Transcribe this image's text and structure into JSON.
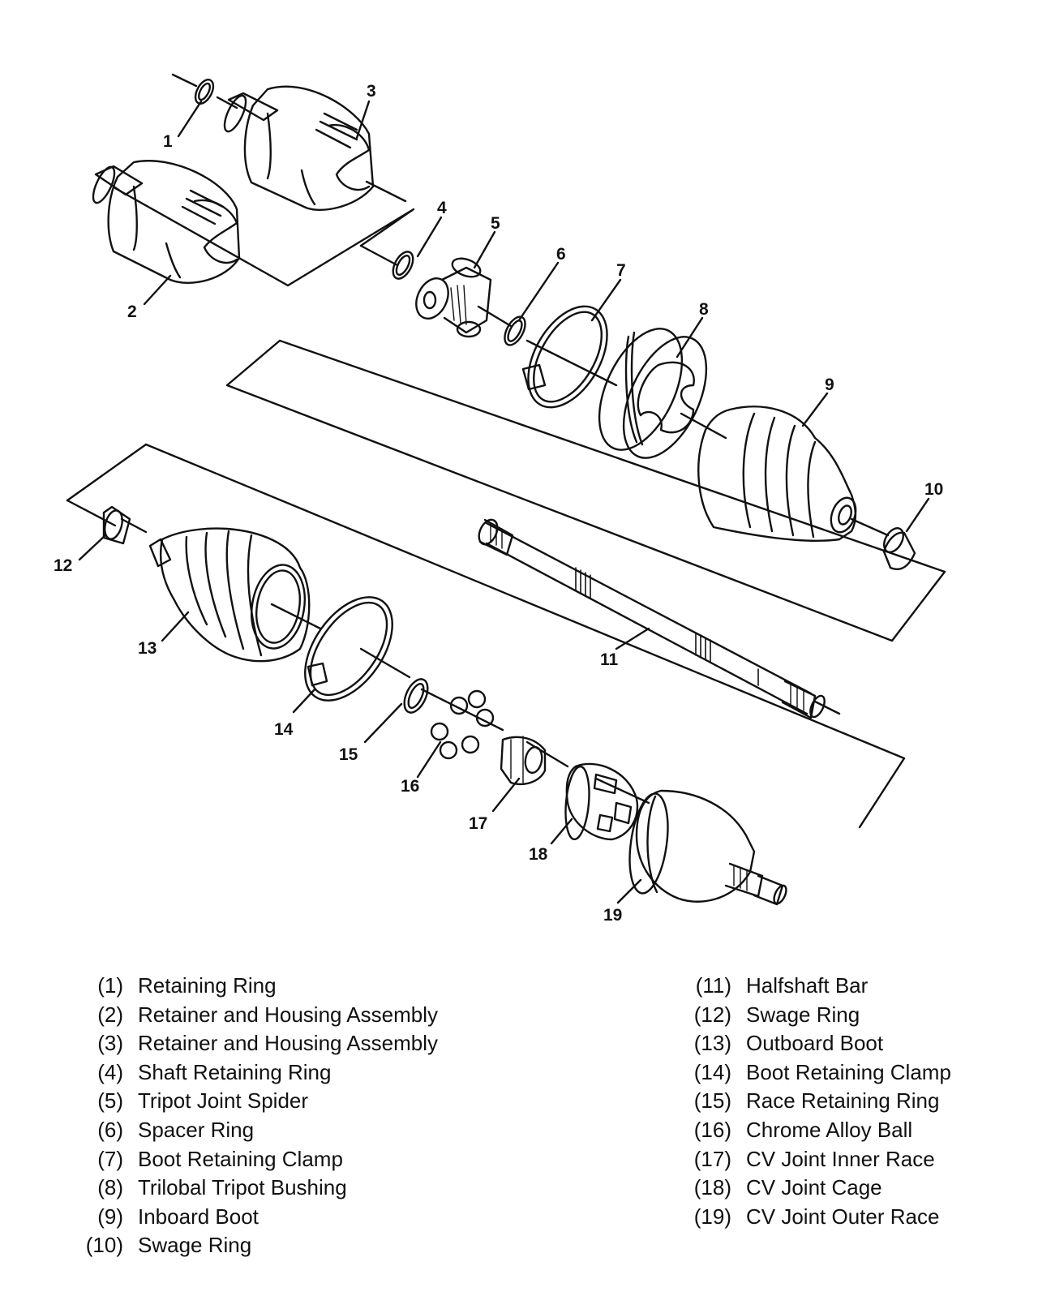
{
  "callouts": [
    "1",
    "2",
    "3",
    "4",
    "5",
    "6",
    "7",
    "8",
    "9",
    "10",
    "11",
    "12",
    "13",
    "14",
    "15",
    "16",
    "17",
    "18",
    "19"
  ],
  "legend": {
    "left": [
      {
        "num": "(1)",
        "label": "Retaining Ring"
      },
      {
        "num": "(2)",
        "label": "Retainer and Housing Assembly"
      },
      {
        "num": "(3)",
        "label": "Retainer and Housing Assembly"
      },
      {
        "num": "(4)",
        "label": "Shaft Retaining Ring"
      },
      {
        "num": "(5)",
        "label": "Tripot Joint Spider"
      },
      {
        "num": "(6)",
        "label": "Spacer Ring"
      },
      {
        "num": "(7)",
        "label": "Boot Retaining Clamp"
      },
      {
        "num": "(8)",
        "label": "Trilobal Tripot Bushing"
      },
      {
        "num": "(9)",
        "label": "Inboard Boot"
      },
      {
        "num": "(10)",
        "label": "Swage Ring"
      }
    ],
    "right": [
      {
        "num": "(11)",
        "label": "Halfshaft Bar"
      },
      {
        "num": "(12)",
        "label": "Swage Ring"
      },
      {
        "num": "(13)",
        "label": "Outboard Boot"
      },
      {
        "num": "(14)",
        "label": "Boot Retaining Clamp"
      },
      {
        "num": "(15)",
        "label": "Race Retaining Ring"
      },
      {
        "num": "(16)",
        "label": "Chrome Alloy Ball"
      },
      {
        "num": "(17)",
        "label": "CV Joint Inner Race"
      },
      {
        "num": "(18)",
        "label": "CV Joint Cage"
      },
      {
        "num": "(19)",
        "label": "CV Joint Outer Race"
      }
    ]
  }
}
